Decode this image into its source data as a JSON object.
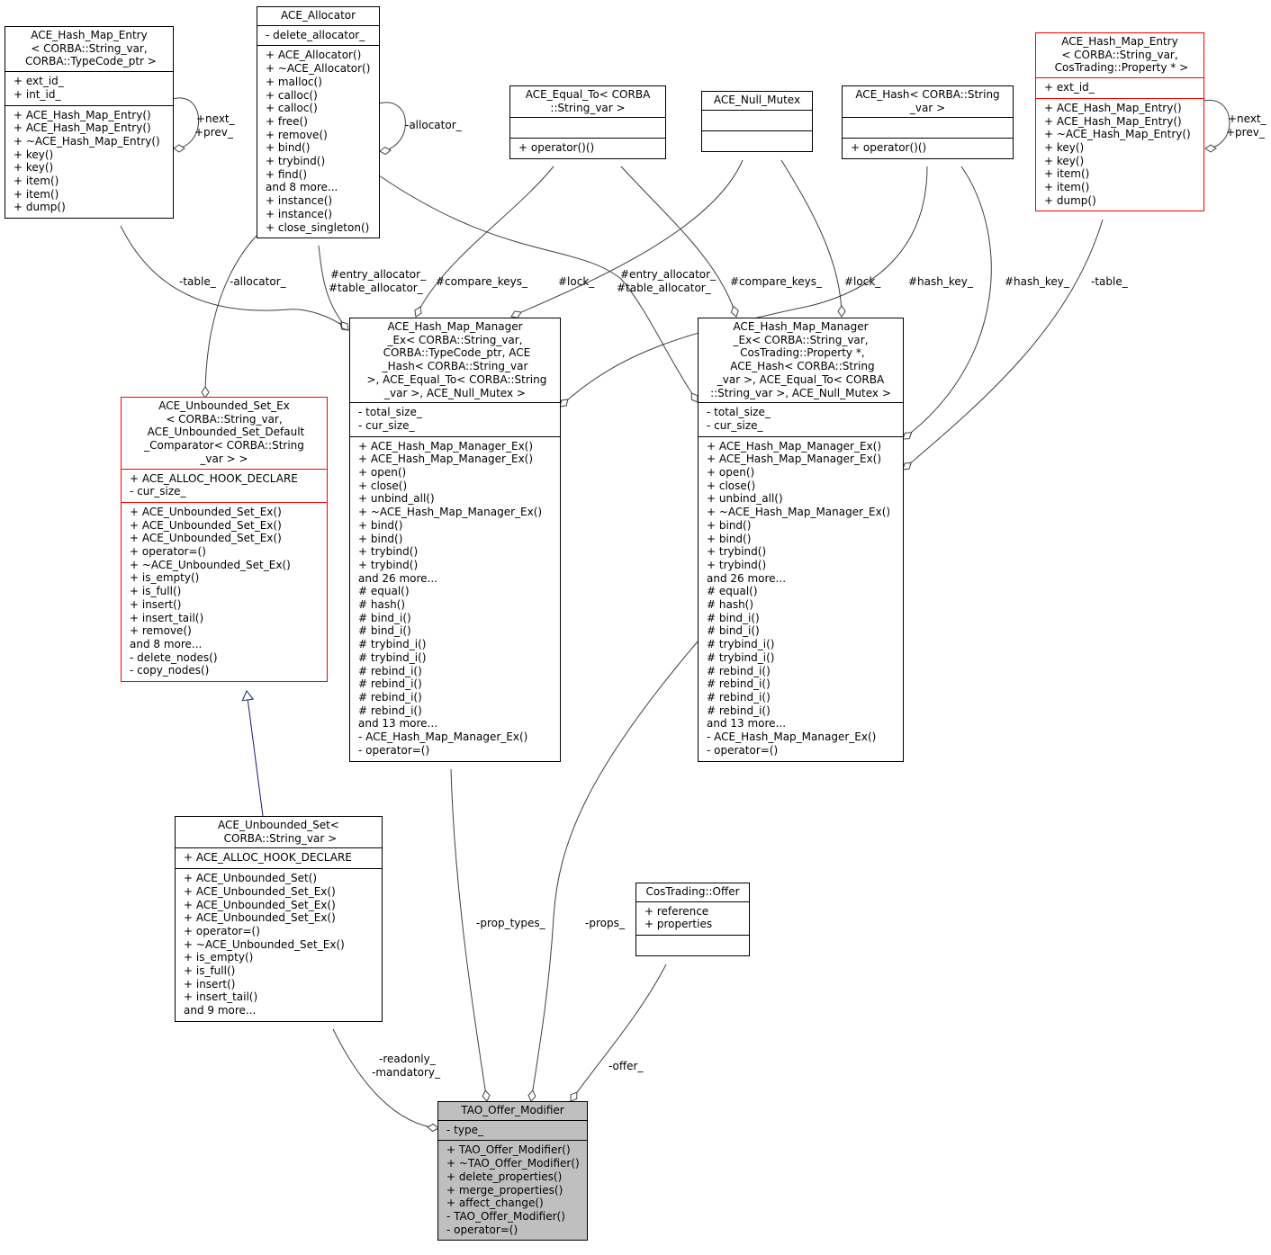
{
  "classes": {
    "hash_map_entry_typecode": {
      "title": "ACE_Hash_Map_Entry\n< CORBA::String_var,\n CORBA::TypeCode_ptr >",
      "attributes": [
        "+ ext_id_",
        "+ int_id_"
      ],
      "methods": [
        "+ ACE_Hash_Map_Entry()",
        "+ ACE_Hash_Map_Entry()",
        "+ ~ACE_Hash_Map_Entry()",
        "+ key()",
        "+ key()",
        "+ item()",
        "+ item()",
        "+ dump()"
      ],
      "border_color": "#000000"
    },
    "allocator": {
      "title": "ACE_Allocator",
      "attributes": [
        "- delete_allocator_"
      ],
      "methods": [
        "+ ACE_Allocator()",
        "+ ~ACE_Allocator()",
        "+ malloc()",
        "+ calloc()",
        "+ calloc()",
        "+ free()",
        "+ remove()",
        "+ bind()",
        "+ trybind()",
        "+ find()",
        "and 8 more...",
        "+ instance()",
        "+ instance()",
        "+ close_singleton()"
      ],
      "border_color": "#000000"
    },
    "equal_to": {
      "title": "ACE_Equal_To< CORBA\n::String_var >",
      "attributes": [],
      "methods": [
        "+ operator()()"
      ],
      "border_color": "#000000"
    },
    "null_mutex": {
      "title": "ACE_Null_Mutex",
      "attributes": [],
      "methods": [],
      "border_color": "#000000"
    },
    "hash": {
      "title": "ACE_Hash< CORBA::String\n_var >",
      "attributes": [],
      "methods": [
        "+ operator()()"
      ],
      "border_color": "#000000"
    },
    "hash_map_entry_property": {
      "title": "ACE_Hash_Map_Entry\n< CORBA::String_var,\n CosTrading::Property * >",
      "attributes": [
        "+ ext_id_"
      ],
      "methods": [
        "+ ACE_Hash_Map_Entry()",
        "+ ACE_Hash_Map_Entry()",
        "+ ~ACE_Hash_Map_Entry()",
        "+ key()",
        "+ key()",
        "+ item()",
        "+ item()",
        "+ dump()"
      ],
      "border_color": "#ff0000"
    },
    "unbounded_set_ex": {
      "title": "ACE_Unbounded_Set_Ex\n< CORBA::String_var,\n ACE_Unbounded_Set_Default\n_Comparator< CORBA::String\n_var > >",
      "attributes": [
        "+ ACE_ALLOC_HOOK_DECLARE",
        "- cur_size_"
      ],
      "methods": [
        "+ ACE_Unbounded_Set_Ex()",
        "+ ACE_Unbounded_Set_Ex()",
        "+ ACE_Unbounded_Set_Ex()",
        "+ operator=()",
        "+ ~ACE_Unbounded_Set_Ex()",
        "+ is_empty()",
        "+ is_full()",
        "+ insert()",
        "+ insert_tail()",
        "+ remove()",
        "and 8 more...",
        "- delete_nodes()",
        "- copy_nodes()"
      ],
      "border_color": "#ff0000"
    },
    "hash_map_manager_typecode": {
      "title": "ACE_Hash_Map_Manager\n_Ex< CORBA::String_var,\n CORBA::TypeCode_ptr, ACE\n_Hash< CORBA::String_var\n >, ACE_Equal_To< CORBA::String\n_var >, ACE_Null_Mutex >",
      "attributes": [
        "- total_size_",
        "- cur_size_"
      ],
      "methods": [
        "+ ACE_Hash_Map_Manager_Ex()",
        "+ ACE_Hash_Map_Manager_Ex()",
        "+ open()",
        "+ close()",
        "+ unbind_all()",
        "+ ~ACE_Hash_Map_Manager_Ex()",
        "+ bind()",
        "+ bind()",
        "+ trybind()",
        "+ trybind()",
        "and 26 more...",
        "# equal()",
        "# hash()",
        "# bind_i()",
        "# bind_i()",
        "# trybind_i()",
        "# trybind_i()",
        "# rebind_i()",
        "# rebind_i()",
        "# rebind_i()",
        "# rebind_i()",
        "and 13 more...",
        "- ACE_Hash_Map_Manager_Ex()",
        "- operator=()"
      ],
      "border_color": "#000000"
    },
    "hash_map_manager_property": {
      "title": "ACE_Hash_Map_Manager\n_Ex< CORBA::String_var,\n CosTrading::Property *,\n ACE_Hash< CORBA::String\n_var >, ACE_Equal_To< CORBA\n::String_var >, ACE_Null_Mutex >",
      "attributes": [
        "- total_size_",
        "- cur_size_"
      ],
      "methods": [
        "+ ACE_Hash_Map_Manager_Ex()",
        "+ ACE_Hash_Map_Manager_Ex()",
        "+ open()",
        "+ close()",
        "+ unbind_all()",
        "+ ~ACE_Hash_Map_Manager_Ex()",
        "+ bind()",
        "+ bind()",
        "+ trybind()",
        "+ trybind()",
        "and 26 more...",
        "# equal()",
        "# hash()",
        "# bind_i()",
        "# bind_i()",
        "# trybind_i()",
        "# trybind_i()",
        "# rebind_i()",
        "# rebind_i()",
        "# rebind_i()",
        "# rebind_i()",
        "and 13 more...",
        "- ACE_Hash_Map_Manager_Ex()",
        "- operator=()"
      ],
      "border_color": "#000000"
    },
    "unbounded_set": {
      "title": "ACE_Unbounded_Set<\n CORBA::String_var >",
      "attributes": [
        "+ ACE_ALLOC_HOOK_DECLARE"
      ],
      "methods": [
        "+ ACE_Unbounded_Set()",
        "+ ACE_Unbounded_Set_Ex()",
        "+ ACE_Unbounded_Set_Ex()",
        "+ ACE_Unbounded_Set_Ex()",
        "+ operator=()",
        "+ ~ACE_Unbounded_Set_Ex()",
        "+ is_empty()",
        "+ is_full()",
        "+ insert()",
        "+ insert_tail()",
        "and 9 more..."
      ],
      "border_color": "#000000"
    },
    "offer": {
      "title": "CosTrading::Offer",
      "attributes": [
        "+ reference",
        "+ properties"
      ],
      "methods": [],
      "border_color": "#000000"
    },
    "tao_offer_modifier": {
      "title": "TAO_Offer_Modifier",
      "attributes": [
        "- type_"
      ],
      "methods": [
        "+ TAO_Offer_Modifier()",
        "+ ~TAO_Offer_Modifier()",
        "+ delete_properties()",
        "+ merge_properties()",
        "+ affect_change()",
        "- TAO_Offer_Modifier()",
        "- operator=()"
      ],
      "border_color": "#000000",
      "fill": "#bfbfbf"
    }
  },
  "edge_labels": {
    "entry1_self": [
      "+next_",
      "+prev_"
    ],
    "allocator_self": [
      "-allocator_"
    ],
    "entry2_self": [
      "+next_",
      "+prev_"
    ],
    "table1": [
      "-table_"
    ],
    "allocator_set": [
      "-allocator_"
    ],
    "alloc_mgr1": [
      "#entry_allocator_",
      "#table_allocator_"
    ],
    "compare1": [
      "#compare_keys_"
    ],
    "lock1": [
      "#lock_"
    ],
    "alloc_mgr2": [
      "#entry_allocator_",
      "#table_allocator_"
    ],
    "compare2": [
      "#compare_keys_"
    ],
    "lock2": [
      "#lock_"
    ],
    "hashkey1": [
      "#hash_key_"
    ],
    "hashkey2": [
      "#hash_key_"
    ],
    "table2": [
      "-table_"
    ],
    "prop_types": [
      "-prop_types_"
    ],
    "props": [
      "-props_"
    ],
    "offer": [
      "-offer_"
    ],
    "readonly": [
      "-readonly_",
      "-mandatory_"
    ]
  },
  "colors": {
    "edge": "#404040",
    "inheritance": "#191970",
    "focus_fill": "#bfbfbf",
    "red_border": "#ff0000"
  }
}
